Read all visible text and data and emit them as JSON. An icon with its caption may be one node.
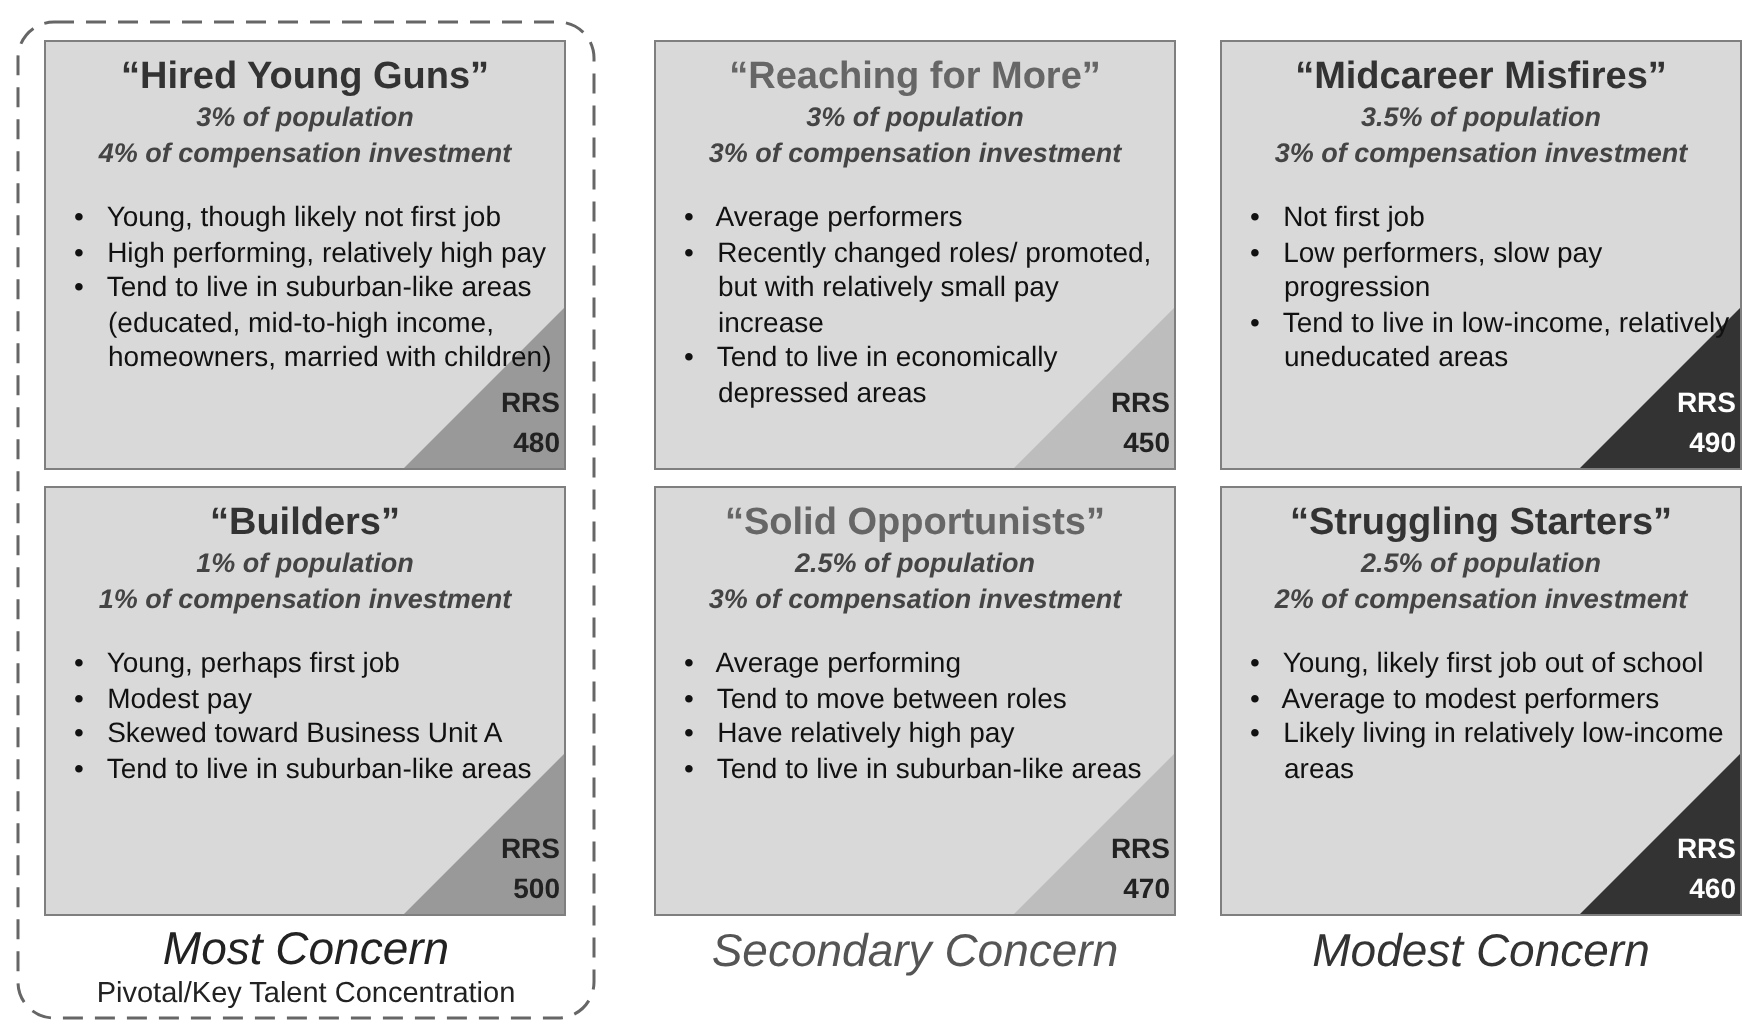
{
  "diagram": {
    "nodes": [
      {
        "text": [
          "Most Concern",
          "Pivotal/Key Talent Concentration"
        ]
      },
      {
        "text": [
          "“Hired Young Guns”",
          "3% of population",
          "4% of compensation investment",
          "•   Young, though likely not first job",
          "•   High performing, relatively high pay",
          "•   Tend to live in suburban-like areas (educated, mid-to-high income, homeowners, married with children)"
        ],
        "in": 0
      },
      {
        "text": [
          "RRS 480"
        ],
        "in": 1
      },
      {
        "text": [
          "“Builders”",
          "1% of population",
          "1% of compensation investment",
          "•   Young, perhaps first job",
          "•   Modest pay",
          "•   Skewed toward Business Unit A",
          "•   Tend to live in suburban-like areas"
        ],
        "in": 0
      },
      {
        "text": [
          "RRS 500"
        ],
        "in": 3
      },
      {
        "text": [
          "“Reaching for More”",
          "3% of population",
          "3% of compensation investment",
          "•   Average performers",
          "•   Recently changed roles/ promoted, but with relatively small pay increase",
          "•   Tend to live in economically depressed areas"
        ]
      },
      {
        "text": [
          "RRS 450"
        ],
        "in": 5
      },
      {
        "text": [
          "“Solid Opportunists”",
          "2.5% of population",
          "3% of compensation investment",
          "•   Average performing",
          "•   Tend to move between roles",
          "•   Have relatively high pay",
          "•   Tend to live in suburban-like areas"
        ]
      },
      {
        "text": [
          "RRS 470"
        ],
        "in": 7
      },
      {
        "text": [
          "“Midcareer Misfires”",
          "3.5% of population",
          "3% of compensation investment",
          "•   Not first job",
          "•   Low performers, slow pay progression",
          "•   Tend to live in low-income, relatively uneducated areas"
        ]
      },
      {
        "text": [
          "RRS 490"
        ],
        "in": 9
      },
      {
        "text": [
          "“Struggling Starters”",
          "2.5% of population",
          "2% of compensation investment",
          "•   Young, likely first job out of school",
          "•   Average to modest performers",
          "•   Likely living in relatively low-income areas"
        ]
      },
      {
        "text": [
          "RRS 460"
        ],
        "in": 11
      }
    ],
    "labels": [
      "Secondary Concern",
      "Modest Concern"
    ]
  }
}
